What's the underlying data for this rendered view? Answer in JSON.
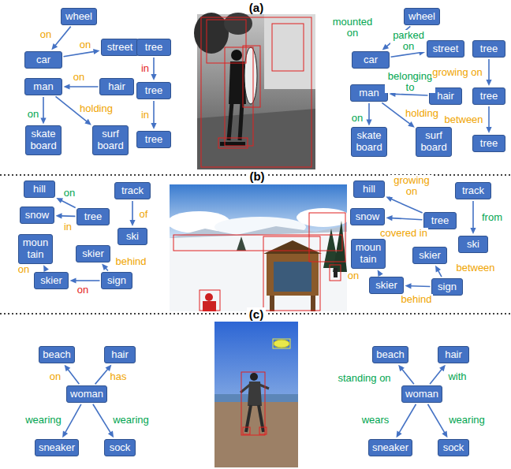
{
  "diagram": {
    "nodes": [
      {
        "text": [
          "wheel"
        ]
      },
      {
        "text": [
          "car"
        ]
      },
      {
        "text": [
          "street"
        ]
      },
      {
        "text": [
          "tree"
        ]
      },
      {
        "text": [
          "man"
        ]
      },
      {
        "text": [
          "hair"
        ]
      },
      {
        "text": [
          "tree"
        ]
      },
      {
        "text": [
          "skate board"
        ]
      },
      {
        "text": [
          "surf board"
        ]
      },
      {
        "text": [
          "tree"
        ]
      },
      {
        "text": [
          "wheel"
        ]
      },
      {
        "text": [
          "car"
        ]
      },
      {
        "text": [
          "street"
        ]
      },
      {
        "text": [
          "tree"
        ]
      },
      {
        "text": [
          "man"
        ]
      },
      {
        "text": [
          "hair"
        ]
      },
      {
        "text": [
          "tree"
        ]
      },
      {
        "text": [
          "skate board"
        ]
      },
      {
        "text": [
          "surf board"
        ]
      },
      {
        "text": [
          "tree"
        ]
      },
      {
        "text": [
          "hill"
        ]
      },
      {
        "text": [
          "track"
        ]
      },
      {
        "text": [
          "snow"
        ]
      },
      {
        "text": [
          "tree"
        ]
      },
      {
        "text": [
          "ski"
        ]
      },
      {
        "text": [
          "moun tain"
        ]
      },
      {
        "text": [
          "skier"
        ]
      },
      {
        "text": [
          "skier"
        ]
      },
      {
        "text": [
          "sign"
        ]
      },
      {
        "text": [
          "hill"
        ]
      },
      {
        "text": [
          "track"
        ]
      },
      {
        "text": [
          "snow"
        ]
      },
      {
        "text": [
          "tree"
        ]
      },
      {
        "text": [
          "ski"
        ]
      },
      {
        "text": [
          "moun tain"
        ]
      },
      {
        "text": [
          "skier"
        ]
      },
      {
        "text": [
          "skier"
        ]
      },
      {
        "text": [
          "sign"
        ]
      },
      {
        "text": [
          "beach"
        ]
      },
      {
        "text": [
          "hair"
        ]
      },
      {
        "text": [
          "woman"
        ]
      },
      {
        "text": [
          "sneaker"
        ]
      },
      {
        "text": [
          "sock"
        ]
      },
      {
        "text": [
          "beach"
        ]
      },
      {
        "text": [
          "hair"
        ]
      },
      {
        "text": [
          "woman"
        ]
      },
      {
        "text": [
          "sneaker"
        ]
      },
      {
        "text": [
          "sock"
        ]
      }
    ],
    "edges": [
      {
        "from": 0,
        "to": 1,
        "arrow": "to",
        "label": "on"
      },
      {
        "from": 1,
        "to": 2,
        "arrow": "to",
        "label": "on"
      },
      {
        "from": 5,
        "to": 4,
        "arrow": "to",
        "label": "on"
      },
      {
        "from": 4,
        "to": 7,
        "arrow": "to",
        "label": "on"
      },
      {
        "from": 4,
        "to": 8,
        "arrow": "to",
        "label": "holding"
      },
      {
        "from": 3,
        "to": 6,
        "arrow": "to",
        "label": "in"
      },
      {
        "from": 6,
        "to": 9,
        "arrow": "to",
        "label": "in"
      },
      {
        "from": 10,
        "to": 11,
        "arrow": "to",
        "label": "mounted on"
      },
      {
        "from": 11,
        "to": 12,
        "arrow": "to",
        "label": "parked on"
      },
      {
        "from": 15,
        "to": 14,
        "arrow": "to",
        "label": "belonging to"
      },
      {
        "from": 14,
        "to": 17,
        "arrow": "to",
        "label": "on"
      },
      {
        "from": 14,
        "to": 18,
        "arrow": "to",
        "label": "holding"
      },
      {
        "from": 13,
        "to": 16,
        "arrow": "to",
        "label": "growing on"
      },
      {
        "from": 16,
        "to": 19,
        "arrow": "to",
        "label": "between"
      },
      {
        "from": 23,
        "to": 20,
        "arrow": "to",
        "label": "on"
      },
      {
        "from": 23,
        "to": 22,
        "arrow": "to",
        "label": "in"
      },
      {
        "from": 21,
        "to": 24,
        "arrow": "to",
        "label": "of"
      },
      {
        "from": 27,
        "to": 25,
        "arrow": "to",
        "label": "on"
      },
      {
        "from": 28,
        "to": 26,
        "arrow": "to",
        "label": "behind"
      },
      {
        "from": 28,
        "to": 27,
        "arrow": "to",
        "label": "on"
      },
      {
        "from": 32,
        "to": 29,
        "arrow": "to",
        "label": "growing on"
      },
      {
        "from": 32,
        "to": 31,
        "arrow": "to",
        "label": "covered in"
      },
      {
        "from": 30,
        "to": 33,
        "arrow": "to",
        "label": "from"
      },
      {
        "from": 36,
        "to": 34,
        "arrow": "to",
        "label": "on"
      },
      {
        "from": 37,
        "to": 35,
        "arrow": "to",
        "label": "between"
      },
      {
        "from": 37,
        "to": 36,
        "arrow": "to",
        "label": "behind"
      },
      {
        "from": 40,
        "to": 38,
        "arrow": "to",
        "label": "on"
      },
      {
        "from": 40,
        "to": 39,
        "arrow": "to",
        "label": "has"
      },
      {
        "from": 40,
        "to": 41,
        "arrow": "to",
        "label": "wearing"
      },
      {
        "from": 40,
        "to": 42,
        "arrow": "to",
        "label": "wearing"
      },
      {
        "from": 45,
        "to": 43,
        "arrow": "to",
        "label": "standing on"
      },
      {
        "from": 45,
        "to": 44,
        "arrow": "to",
        "label": "with"
      },
      {
        "from": 45,
        "to": 46,
        "arrow": "to",
        "label": "wears"
      },
      {
        "from": 45,
        "to": 47,
        "arrow": "to",
        "label": "wearing"
      }
    ],
    "labels": [
      "(a)",
      "(b)",
      "(c)"
    ]
  }
}
